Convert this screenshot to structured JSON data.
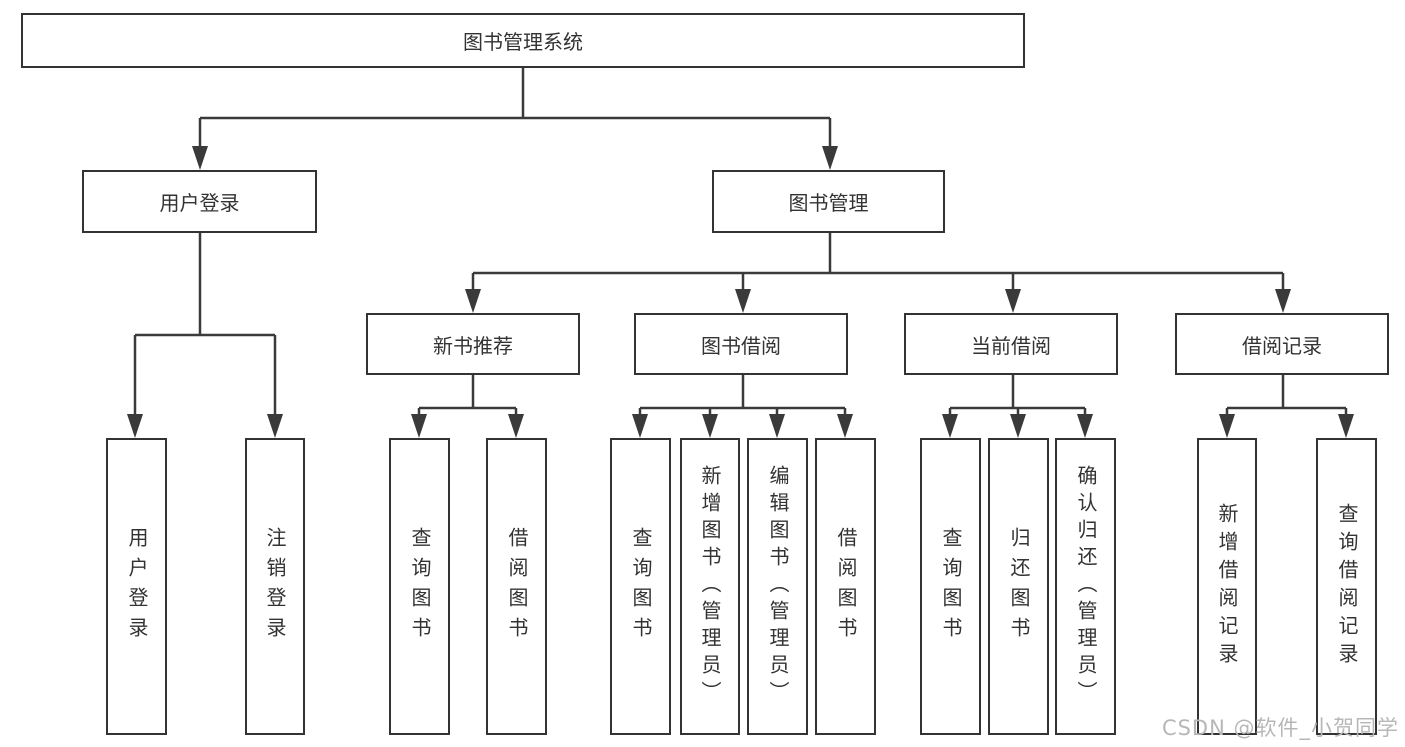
{
  "diagram": {
    "title": "图书管理系统",
    "nodes": {
      "user_login": {
        "label": "用户登录"
      },
      "book_management": {
        "label": "图书管理"
      },
      "new_book_recommend": {
        "label": "新书推荐"
      },
      "book_borrow": {
        "label": "图书借阅"
      },
      "current_borrow": {
        "label": "当前借阅"
      },
      "borrow_records": {
        "label": "借阅记录"
      },
      "leaf_user_login": {
        "label": "用户登录"
      },
      "leaf_logout": {
        "label": "注销登录"
      },
      "leaf_query_book_recommend": {
        "label": "查询图书"
      },
      "leaf_borrow_book_recommend": {
        "label": "借阅图书"
      },
      "leaf_query_book_borrow": {
        "label": "查询图书"
      },
      "leaf_add_book_admin": {
        "label": "新增图书（管理员）"
      },
      "leaf_edit_book_admin": {
        "label": "编辑图书（管理员）"
      },
      "leaf_borrow_book_borrow": {
        "label": "借阅图书"
      },
      "leaf_query_book_current": {
        "label": "查询图书"
      },
      "leaf_return_book": {
        "label": "归还图书"
      },
      "leaf_confirm_return_admin": {
        "label": "确认归还（管理员）"
      },
      "leaf_add_borrow_record": {
        "label": "新增借阅记录"
      },
      "leaf_query_borrow_record": {
        "label": "查询借阅记录"
      }
    },
    "watermark": "CSDN @软件_小贺同学",
    "colors": {
      "line": "#3a3a3a",
      "box_border": "#333333",
      "text": "#333333",
      "watermark": "#b7b7b7",
      "background": "#ffffff"
    }
  }
}
